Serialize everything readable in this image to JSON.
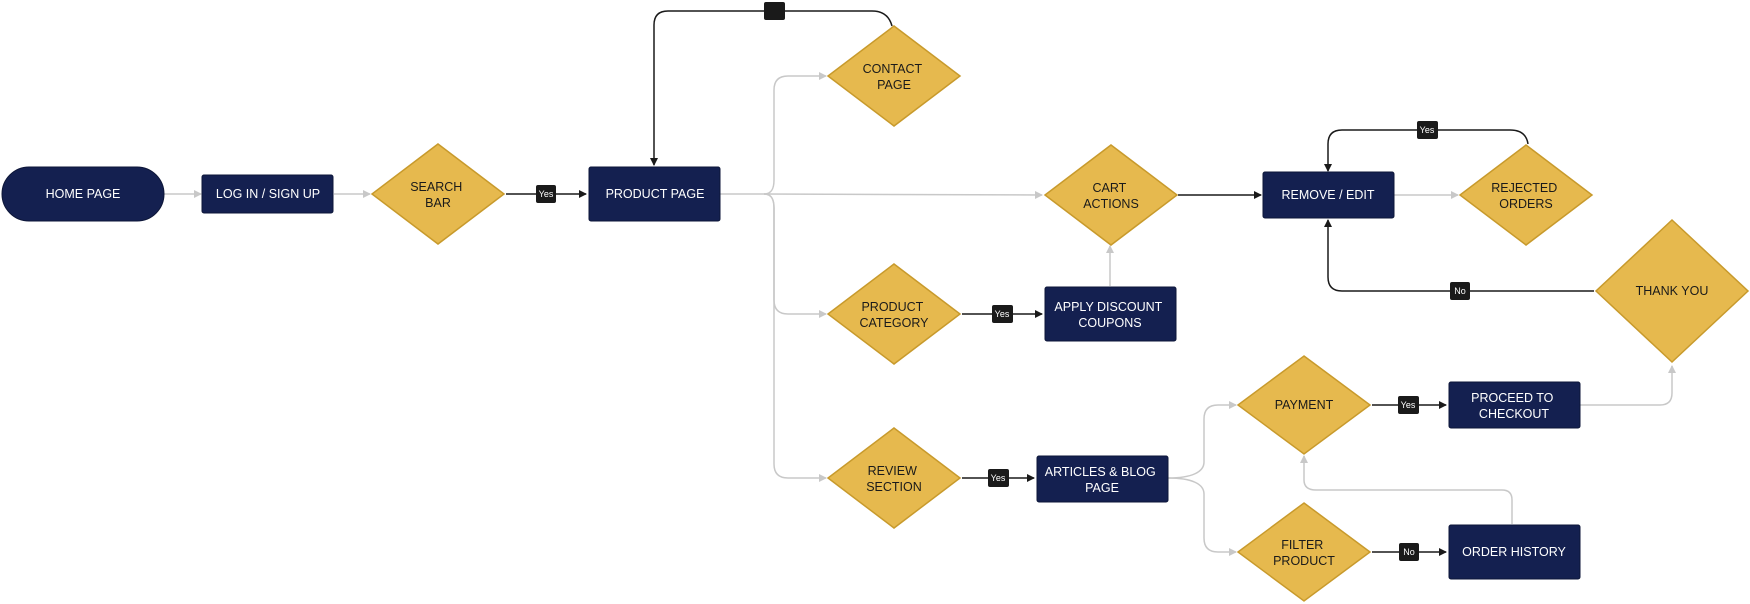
{
  "colors": {
    "process": "#142050",
    "process_border": "#0d1638",
    "decision": "#E6B94E",
    "decision_border": "#C89A2C",
    "connector_dark": "#1a1a1a",
    "connector_light": "#c8c8c8",
    "badge": "#1a1a1a"
  },
  "nodes": {
    "home": {
      "label": [
        "HOME PAGE"
      ]
    },
    "login": {
      "label": [
        "LOG IN / SIGN UP"
      ]
    },
    "search": {
      "label": [
        "SEARCH",
        "BAR"
      ]
    },
    "product_page": {
      "label": [
        "PRODUCT PAGE"
      ]
    },
    "contact": {
      "label": [
        "CONTACT",
        "PAGE"
      ]
    },
    "cart": {
      "label": [
        "CART",
        "ACTIONS"
      ]
    },
    "product_category": {
      "label": [
        "PRODUCT",
        "CATEGORY"
      ]
    },
    "discount": {
      "label": [
        "APPLY DISCOUNT",
        "COUPONS"
      ]
    },
    "review": {
      "label": [
        "REVIEW",
        "SECTION"
      ]
    },
    "articles": {
      "label": [
        "ARTICLES & BLOG",
        "PAGE"
      ]
    },
    "remove_edit": {
      "label": [
        "REMOVE / EDIT"
      ]
    },
    "rejected": {
      "label": [
        "REJECTED",
        "ORDERS"
      ]
    },
    "thank_you": {
      "label": [
        "THANK YOU"
      ]
    },
    "payment": {
      "label": [
        "PAYMENT"
      ]
    },
    "checkout": {
      "label": [
        "PROCEED TO",
        "CHECKOUT"
      ]
    },
    "filter": {
      "label": [
        "FILTER",
        "PRODUCT"
      ]
    },
    "order_history": {
      "label": [
        "ORDER HISTORY"
      ]
    }
  },
  "badges": {
    "search_to_product": "Yes",
    "contact_loop": "",
    "category_to_discount": "Yes",
    "review_to_articles": "Yes",
    "rejected_loop": "Yes",
    "thankyou_to_remove": "No",
    "payment_to_checkout": "Yes",
    "filter_to_history": "No"
  }
}
